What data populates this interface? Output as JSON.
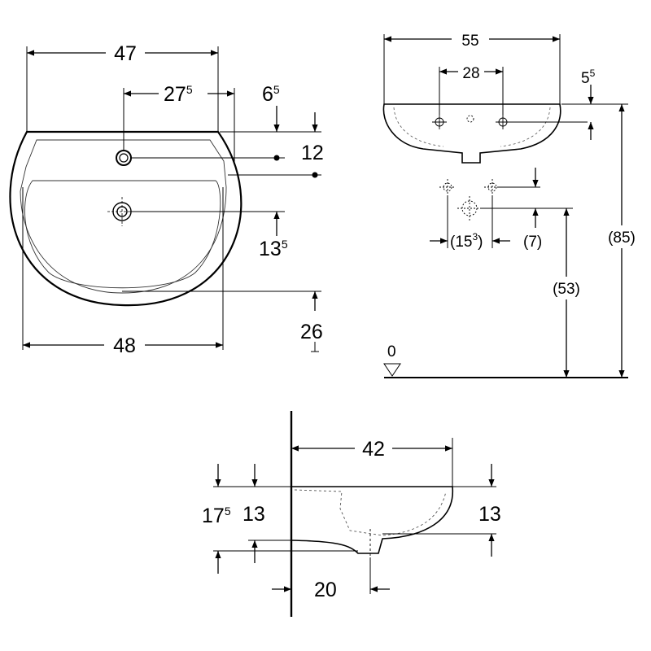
{
  "drawing": {
    "front": {
      "top_width": "47",
      "tap_offset_main": "27",
      "tap_offset_sup": "5",
      "rim_depth_main": "6",
      "rim_depth_sup": "5",
      "overflow_height": "12",
      "waste_depth_main": "13",
      "waste_depth_sup": "5",
      "bowl_depth": "26",
      "bottom_width": "48"
    },
    "side_elevation": {
      "overall_width": "55",
      "fixing_centers": "28",
      "rim_thickness_main": "5",
      "rim_thickness_sup": "5",
      "waste_spacing": "(15",
      "waste_spacing_sup": "3",
      "waste_spacing_close": ")",
      "waste_offset": "(7)",
      "waste_height": "(53)",
      "rim_height": "(85)",
      "floor_level": "0"
    },
    "section": {
      "projection": "42",
      "overall_height_main": "17",
      "overall_height_sup": "5",
      "front_height_left": "13",
      "front_height_right": "13",
      "waste_setback": "20"
    }
  }
}
